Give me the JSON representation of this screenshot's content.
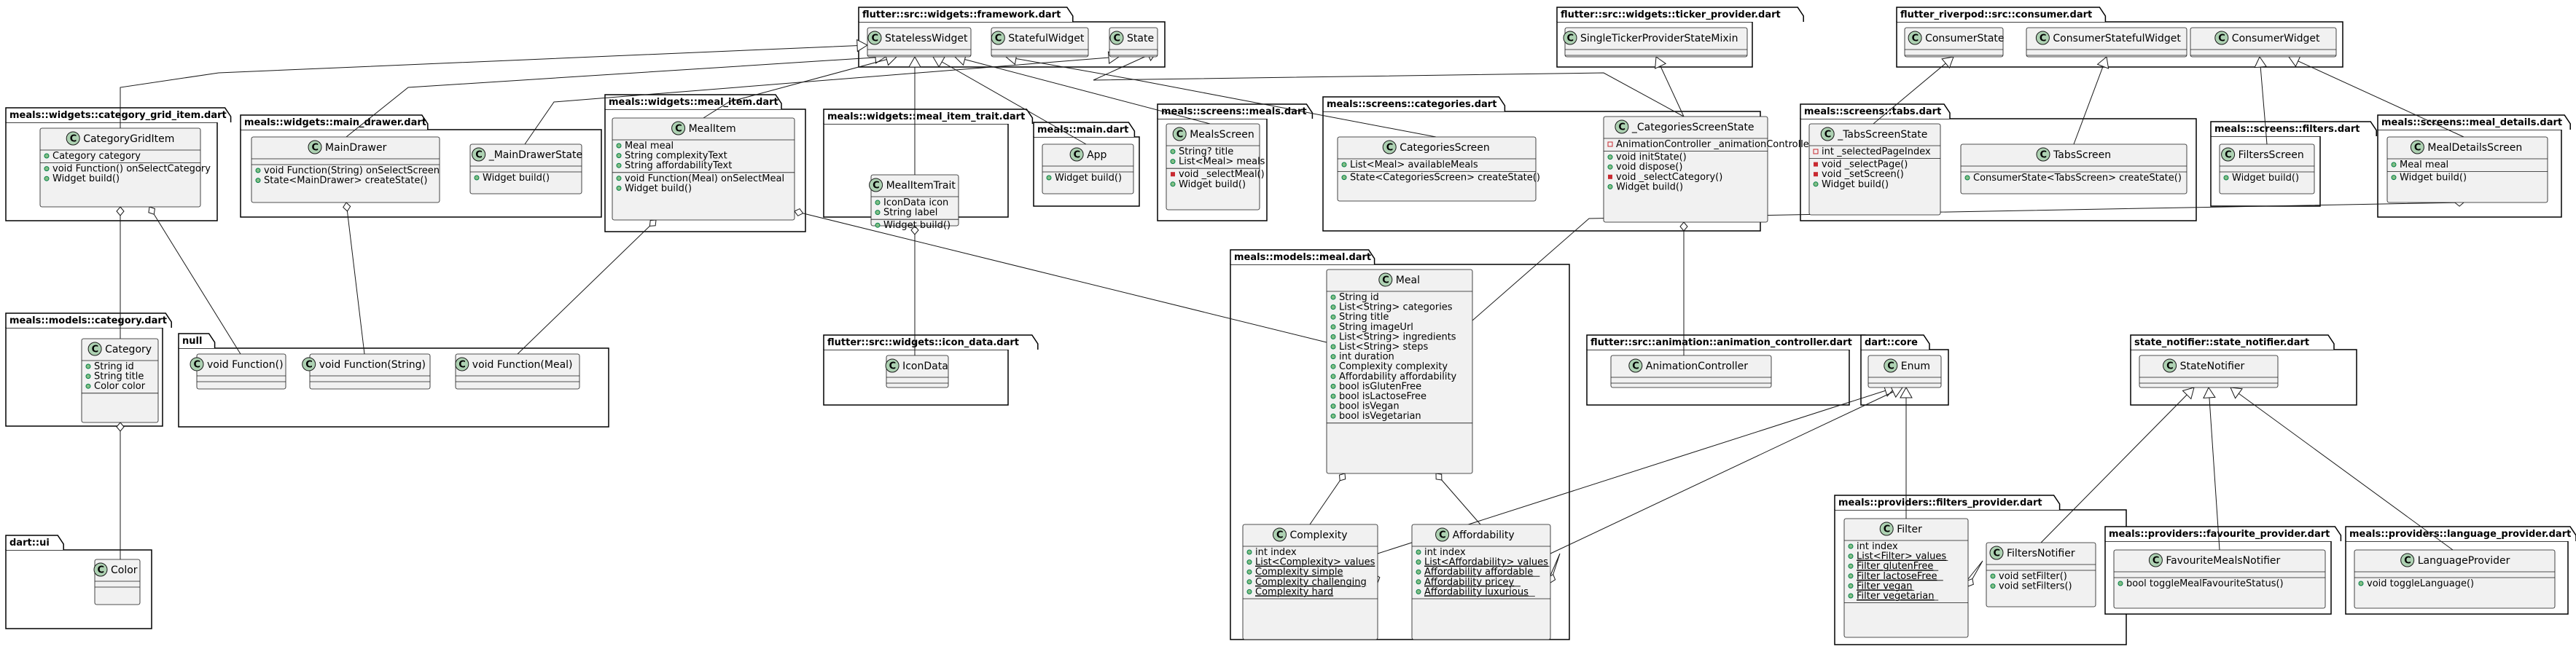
{
  "packages": [
    {
      "id": "framework",
      "label": "flutter::src::widgets::framework.dart"
    },
    {
      "id": "ticker",
      "label": "flutter::src::widgets::ticker_provider.dart"
    },
    {
      "id": "consumer",
      "label": "flutter_riverpod::src::consumer.dart"
    },
    {
      "id": "gridItem",
      "label": "meals::widgets::category_grid_item.dart"
    },
    {
      "id": "mainDrawer",
      "label": "meals::widgets::main_drawer.dart"
    },
    {
      "id": "mealItem",
      "label": "meals::widgets::meal_item.dart"
    },
    {
      "id": "mealItemTrait",
      "label": "meals::widgets::meal_item_trait.dart"
    },
    {
      "id": "mainDart",
      "label": "meals::main.dart"
    },
    {
      "id": "mealsScreen",
      "label": "meals::screens::meals.dart"
    },
    {
      "id": "categoriesScreen",
      "label": "meals::screens::categories.dart"
    },
    {
      "id": "tabs",
      "label": "meals::screens::tabs.dart"
    },
    {
      "id": "filtersScreen",
      "label": "meals::screens::filters.dart"
    },
    {
      "id": "mealDetails",
      "label": "meals::screens::meal_details.dart"
    },
    {
      "id": "categoryModel",
      "label": "meals::models::category.dart"
    },
    {
      "id": "nullPkg",
      "label": "null"
    },
    {
      "id": "iconData",
      "label": "flutter::src::widgets::icon_data.dart"
    },
    {
      "id": "mealModel",
      "label": "meals::models::meal.dart"
    },
    {
      "id": "animation",
      "label": "flutter::src::animation::animation_controller.dart"
    },
    {
      "id": "dartCore",
      "label": "dart::core"
    },
    {
      "id": "stateNotifierPkg",
      "label": "state_notifier::state_notifier.dart"
    },
    {
      "id": "filtersProvider",
      "label": "meals::providers::filters_provider.dart"
    },
    {
      "id": "favProvider",
      "label": "meals::providers::favourite_provider.dart"
    },
    {
      "id": "langProvider",
      "label": "meals::providers::language_provider.dart"
    },
    {
      "id": "dartUi",
      "label": "dart::ui"
    }
  ],
  "classes": [
    {
      "id": "StatelessWidget",
      "kind": "C",
      "name": "StatelessWidget",
      "fields": [],
      "methods": []
    },
    {
      "id": "StatefulWidget",
      "kind": "C",
      "name": "StatefulWidget",
      "fields": [],
      "methods": []
    },
    {
      "id": "State",
      "kind": "C",
      "name": "State",
      "fields": [],
      "methods": []
    },
    {
      "id": "TickerMixin",
      "kind": "C",
      "name": "SingleTickerProviderStateMixin",
      "fields": [],
      "methods": []
    },
    {
      "id": "ConsumerState",
      "kind": "C",
      "name": "ConsumerState",
      "fields": [],
      "methods": []
    },
    {
      "id": "ConsumerStatefulWidget",
      "kind": "C",
      "name": "ConsumerStatefulWidget",
      "fields": [],
      "methods": []
    },
    {
      "id": "ConsumerWidget",
      "kind": "C",
      "name": "ConsumerWidget",
      "fields": [],
      "methods": []
    },
    {
      "id": "CategoryGridItem",
      "kind": "C",
      "name": "CategoryGridItem",
      "fields": [
        {
          "v": "+",
          "t": "Category category"
        }
      ],
      "methods": [
        {
          "v": "+",
          "t": "void Function() onSelectCategory"
        },
        {
          "v": "+",
          "t": "Widget build()"
        }
      ]
    },
    {
      "id": "MainDrawer",
      "kind": "C",
      "name": "MainDrawer",
      "fields": [],
      "methods": [
        {
          "v": "+",
          "t": "void Function(String) onSelectScreen"
        },
        {
          "v": "+",
          "t": "State<MainDrawer> createState()"
        }
      ]
    },
    {
      "id": "MainDrawerState",
      "kind": "C",
      "name": "_MainDrawerState",
      "fields": [],
      "methods": [
        {
          "v": "+",
          "t": "Widget build()"
        }
      ]
    },
    {
      "id": "MealItem",
      "kind": "C",
      "name": "MealItem",
      "fields": [
        {
          "v": "+",
          "t": "Meal meal"
        },
        {
          "v": "+",
          "t": "String complexityText"
        },
        {
          "v": "+",
          "t": "String affordabilityText"
        }
      ],
      "methods": [
        {
          "v": "+",
          "t": "void Function(Meal) onSelectMeal"
        },
        {
          "v": "+",
          "t": "Widget build()"
        }
      ]
    },
    {
      "id": "MealItemTrait",
      "kind": "C",
      "name": "MealItemTrait",
      "fields": [
        {
          "v": "+",
          "t": "IconData icon"
        },
        {
          "v": "+",
          "t": "String label"
        }
      ],
      "methods": [
        {
          "v": "+",
          "t": "Widget build()"
        }
      ]
    },
    {
      "id": "App",
      "kind": "C",
      "name": "App",
      "fields": [],
      "methods": [
        {
          "v": "+",
          "t": "Widget build()"
        }
      ]
    },
    {
      "id": "MealsScreen",
      "kind": "C",
      "name": "MealsScreen",
      "fields": [
        {
          "v": "+",
          "t": "String? title"
        },
        {
          "v": "+",
          "t": "List<Meal> meals"
        }
      ],
      "methods": [
        {
          "v": "-",
          "t": "void _selectMeal()"
        },
        {
          "v": "+",
          "t": "Widget build()"
        }
      ]
    },
    {
      "id": "CategoriesScreen",
      "kind": "C",
      "name": "CategoriesScreen",
      "fields": [
        {
          "v": "+",
          "t": "List<Meal> availableMeals"
        }
      ],
      "methods": [
        {
          "v": "+",
          "t": "State<CategoriesScreen> createState()"
        }
      ]
    },
    {
      "id": "CategoriesScreenState",
      "kind": "C",
      "name": "_CategoriesScreenState",
      "fields": [
        {
          "v": "-",
          "t": "AnimationController _animationController"
        }
      ],
      "methods": [
        {
          "v": "+",
          "t": "void initState()"
        },
        {
          "v": "+",
          "t": "void dispose()"
        },
        {
          "v": "-",
          "t": "void _selectCategory()"
        },
        {
          "v": "+",
          "t": "Widget build()"
        }
      ]
    },
    {
      "id": "TabsScreenState",
      "kind": "C",
      "name": "_TabsScreenState",
      "fields": [
        {
          "v": "-",
          "t": "int _selectedPageIndex"
        }
      ],
      "methods": [
        {
          "v": "-",
          "t": "void _selectPage()"
        },
        {
          "v": "-",
          "t": "void _setScreen()"
        },
        {
          "v": "+",
          "t": "Widget build()"
        }
      ]
    },
    {
      "id": "TabsScreen",
      "kind": "C",
      "name": "TabsScreen",
      "fields": [],
      "methods": [
        {
          "v": "+",
          "t": "ConsumerState<TabsScreen> createState()"
        }
      ]
    },
    {
      "id": "FiltersScreen",
      "kind": "C",
      "name": "FiltersScreen",
      "fields": [],
      "methods": [
        {
          "v": "+",
          "t": "Widget build()"
        }
      ]
    },
    {
      "id": "MealDetailsScreen",
      "kind": "C",
      "name": "MealDetailsScreen",
      "fields": [
        {
          "v": "+",
          "t": "Meal meal"
        }
      ],
      "methods": [
        {
          "v": "+",
          "t": "Widget build()"
        }
      ]
    },
    {
      "id": "Category",
      "kind": "C",
      "name": "Category",
      "fields": [
        {
          "v": "+",
          "t": "String id"
        },
        {
          "v": "+",
          "t": "String title"
        },
        {
          "v": "+",
          "t": "Color color"
        }
      ],
      "methods": []
    },
    {
      "id": "VoidFn",
      "kind": "C",
      "name": "void Function()",
      "fields": [],
      "methods": []
    },
    {
      "id": "VoidFnString",
      "kind": "C",
      "name": "void Function(String)",
      "fields": [],
      "methods": []
    },
    {
      "id": "VoidFnMeal",
      "kind": "C",
      "name": "void Function(Meal)",
      "fields": [],
      "methods": []
    },
    {
      "id": "IconData",
      "kind": "C",
      "name": "IconData",
      "fields": [],
      "methods": []
    },
    {
      "id": "Meal",
      "kind": "C",
      "name": "Meal",
      "fields": [
        {
          "v": "+",
          "t": "String id"
        },
        {
          "v": "+",
          "t": "List<String> categories"
        },
        {
          "v": "+",
          "t": "String title"
        },
        {
          "v": "+",
          "t": "String imageUrl"
        },
        {
          "v": "+",
          "t": "List<String> ingredients"
        },
        {
          "v": "+",
          "t": "List<String> steps"
        },
        {
          "v": "+",
          "t": "int duration"
        },
        {
          "v": "+",
          "t": "Complexity complexity"
        },
        {
          "v": "+",
          "t": "Affordability affordability"
        },
        {
          "v": "+",
          "t": "bool isGlutenFree"
        },
        {
          "v": "+",
          "t": "bool isLactoseFree"
        },
        {
          "v": "+",
          "t": "bool isVegan"
        },
        {
          "v": "+",
          "t": "bool isVegetarian"
        }
      ],
      "methods": []
    },
    {
      "id": "AnimationController",
      "kind": "C",
      "name": "AnimationController",
      "fields": [],
      "methods": []
    },
    {
      "id": "Enum",
      "kind": "C",
      "name": "Enum",
      "fields": [],
      "methods": []
    },
    {
      "id": "StateNotifier",
      "kind": "C",
      "name": "StateNotifier",
      "fields": [],
      "methods": []
    },
    {
      "id": "Complexity",
      "kind": "C",
      "name": "Complexity",
      "fields": [
        {
          "v": "+",
          "t": "int index"
        },
        {
          "v": "+",
          "t": "List<Complexity> values",
          "s": true
        },
        {
          "v": "+",
          "t": "Complexity simple",
          "s": true
        },
        {
          "v": "+",
          "t": "Complexity challenging",
          "s": true
        },
        {
          "v": "+",
          "t": "Complexity hard",
          "s": true
        }
      ],
      "methods": []
    },
    {
      "id": "Affordability",
      "kind": "C",
      "name": "Affordability",
      "fields": [
        {
          "v": "+",
          "t": "int index"
        },
        {
          "v": "+",
          "t": "List<Affordability> values",
          "s": true
        },
        {
          "v": "+",
          "t": "Affordability affordable",
          "s": true
        },
        {
          "v": "+",
          "t": "Affordability pricey",
          "s": true
        },
        {
          "v": "+",
          "t": "Affordability luxurious",
          "s": true
        }
      ],
      "methods": []
    },
    {
      "id": "Filter",
      "kind": "C",
      "name": "Filter",
      "fields": [
        {
          "v": "+",
          "t": "int index"
        },
        {
          "v": "+",
          "t": "List<Filter> values",
          "s": true
        },
        {
          "v": "+",
          "t": "Filter glutenFree",
          "s": true
        },
        {
          "v": "+",
          "t": "Filter lactoseFree",
          "s": true
        },
        {
          "v": "+",
          "t": "Filter vegan",
          "s": true
        },
        {
          "v": "+",
          "t": "Filter vegetarian",
          "s": true
        }
      ],
      "methods": []
    },
    {
      "id": "FiltersNotifier",
      "kind": "C",
      "name": "FiltersNotifier",
      "fields": [],
      "methods": [
        {
          "v": "+",
          "t": "void setFilter()"
        },
        {
          "v": "+",
          "t": "void setFilters()"
        }
      ]
    },
    {
      "id": "FavouriteMealsNotifier",
      "kind": "C",
      "name": "FavouriteMealsNotifier",
      "fields": [],
      "methods": [
        {
          "v": "+",
          "t": "bool toggleMealFavouriteStatus()"
        }
      ]
    },
    {
      "id": "LanguageProvider",
      "kind": "C",
      "name": "LanguageProvider",
      "fields": [],
      "methods": [
        {
          "v": "+",
          "t": "void toggleLanguage()"
        }
      ]
    },
    {
      "id": "Color",
      "kind": "C",
      "name": "Color",
      "fields": [],
      "methods": []
    }
  ]
}
